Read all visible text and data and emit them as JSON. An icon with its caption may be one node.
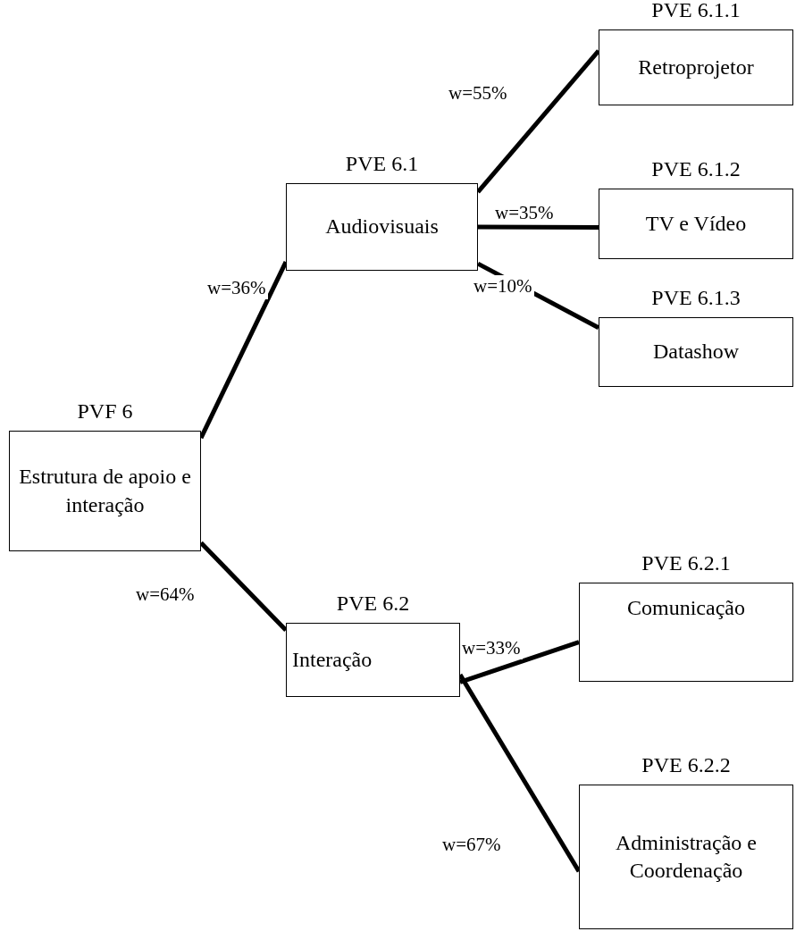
{
  "diagram": {
    "nodes": [
      {
        "text": [
          "PVF 6",
          "Estrutura de apoio e interação"
        ]
      },
      {
        "text": [
          "PVE 6.1",
          "Audiovisuais"
        ]
      },
      {
        "text": [
          "PVE 6.1.1",
          "Retroprojetor"
        ]
      },
      {
        "text": [
          "PVE 6.1.2",
          "TV e Vídeo"
        ]
      },
      {
        "text": [
          "PVE 6.1.3",
          "Datashow"
        ]
      },
      {
        "text": [
          "PVE 6.2",
          "Interação"
        ]
      },
      {
        "text": [
          "PVE 6.2.1",
          "Comunicação"
        ]
      },
      {
        "text": [
          "PVE 6.2.2",
          "Administração e Coordenação"
        ]
      }
    ],
    "edges": [
      {
        "from": 0,
        "to": 1,
        "arrow": "none",
        "label": "w=36%"
      },
      {
        "from": 0,
        "to": 5,
        "arrow": "none",
        "label": "w=64%"
      },
      {
        "from": 1,
        "to": 2,
        "arrow": "none",
        "label": "w=55%"
      },
      {
        "from": 1,
        "to": 3,
        "arrow": "none",
        "label": "w=35%"
      },
      {
        "from": 1,
        "to": 4,
        "arrow": "none",
        "label": "w=10%"
      },
      {
        "from": 5,
        "to": 6,
        "arrow": "none",
        "label": "w=33%"
      },
      {
        "from": 5,
        "to": 7,
        "arrow": "none",
        "label": "w=67%"
      }
    ]
  }
}
